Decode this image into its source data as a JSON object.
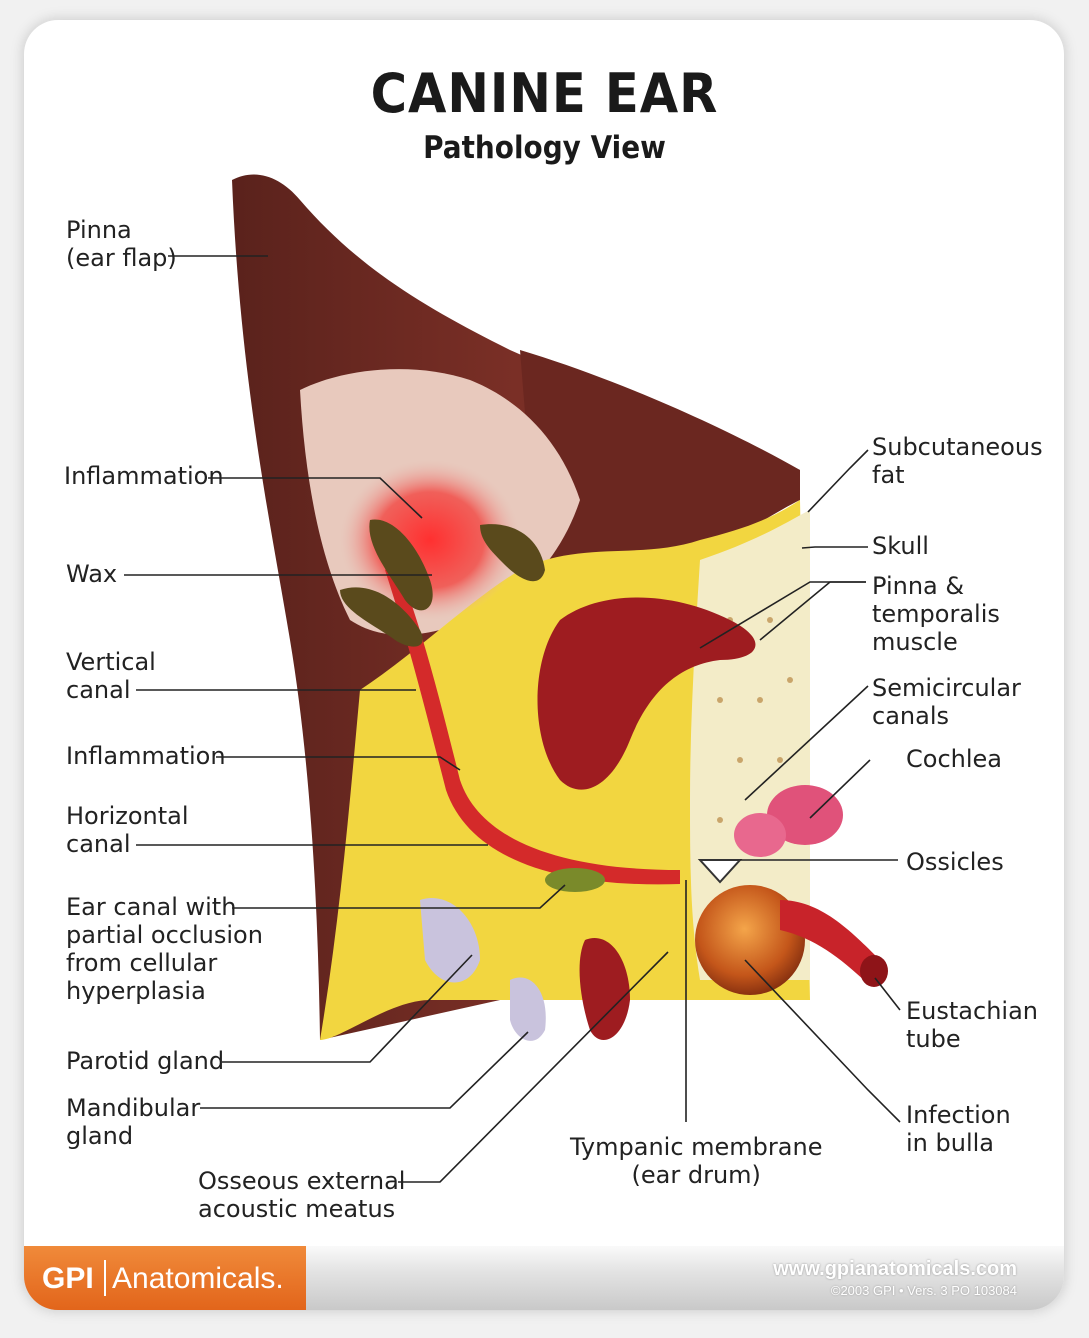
{
  "header": {
    "title": "CANINE EAR",
    "subtitle": "Pathology View"
  },
  "labels": {
    "pinna": "Pinna\n(ear flap)",
    "inflammation_1": "Inflammation",
    "wax": "Wax",
    "vertical_canal": "Vertical\ncanal",
    "inflammation_2": "Inflammation",
    "horizontal_canal": "Horizontal\ncanal",
    "ear_canal_occlusion": "Ear canal with\npartial occlusion\nfrom cellular\nhyperplasia",
    "parotid_gland": "Parotid gland",
    "mandibular_gland": "Mandibular\ngland",
    "osseous_meatus": "Osseous external\nacoustic meatus",
    "tympanic_membrane": "Tympanic membrane\n(ear drum)",
    "infection_bulla": "Infection\nin bulla",
    "eustachian_tube": "Eustachian\ntube",
    "ossicles": "Ossicles",
    "cochlea": "Cochlea",
    "semicircular_canals": "Semicircular\ncanals",
    "pinna_temporalis": "Pinna &\ntemporalis\nmuscle",
    "skull": "Skull",
    "subcutaneous_fat": "Subcutaneous\nfat"
  },
  "footer": {
    "brand_short": "GPI",
    "brand_name": "Anatomicals.",
    "url": "www.gpianatomicals.com",
    "copyright": "©2003 GPI • Vers. 3 PO 103084"
  },
  "colors": {
    "brand_orange": "#e8722a",
    "skin_brown": "#6e2a22",
    "fat_yellow": "#f2d640",
    "muscle_red": "#9e1c20",
    "inflammation_red": "#e8292a",
    "bone_cream": "#f3ecc8"
  }
}
